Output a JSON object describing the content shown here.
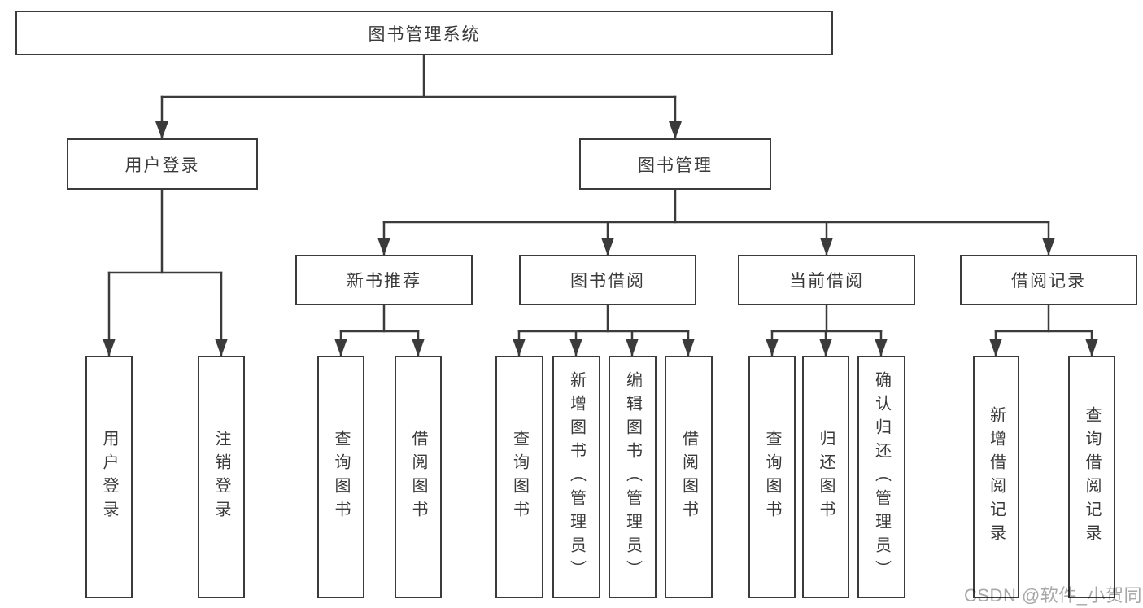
{
  "tree": {
    "label": "图书管理系统",
    "children": [
      {
        "label": "用户登录",
        "children": [
          {
            "label": "用户登录"
          },
          {
            "label": "注销登录"
          }
        ]
      },
      {
        "label": "图书管理",
        "children": [
          {
            "label": "新书推荐",
            "children": [
              {
                "label": "查询图书"
              },
              {
                "label": "借阅图书"
              }
            ]
          },
          {
            "label": "图书借阅",
            "children": [
              {
                "label": "查询图书"
              },
              {
                "label": "新增图书（管理员）"
              },
              {
                "label": "编辑图书（管理员）"
              },
              {
                "label": "借阅图书"
              }
            ]
          },
          {
            "label": "当前借阅",
            "children": [
              {
                "label": "查询图书"
              },
              {
                "label": "归还图书"
              },
              {
                "label": "确认归还（管理员）"
              }
            ]
          },
          {
            "label": "借阅记录",
            "children": [
              {
                "label": "新增借阅记录"
              },
              {
                "label": "查询借阅记录"
              }
            ]
          }
        ]
      }
    ]
  },
  "watermark": "CSDN @软件_小贺同学",
  "colors": {
    "line": "#3b3b3b",
    "text": "#3a3a3a",
    "watermark": "#a8a8a8",
    "background": "#ffffff"
  }
}
